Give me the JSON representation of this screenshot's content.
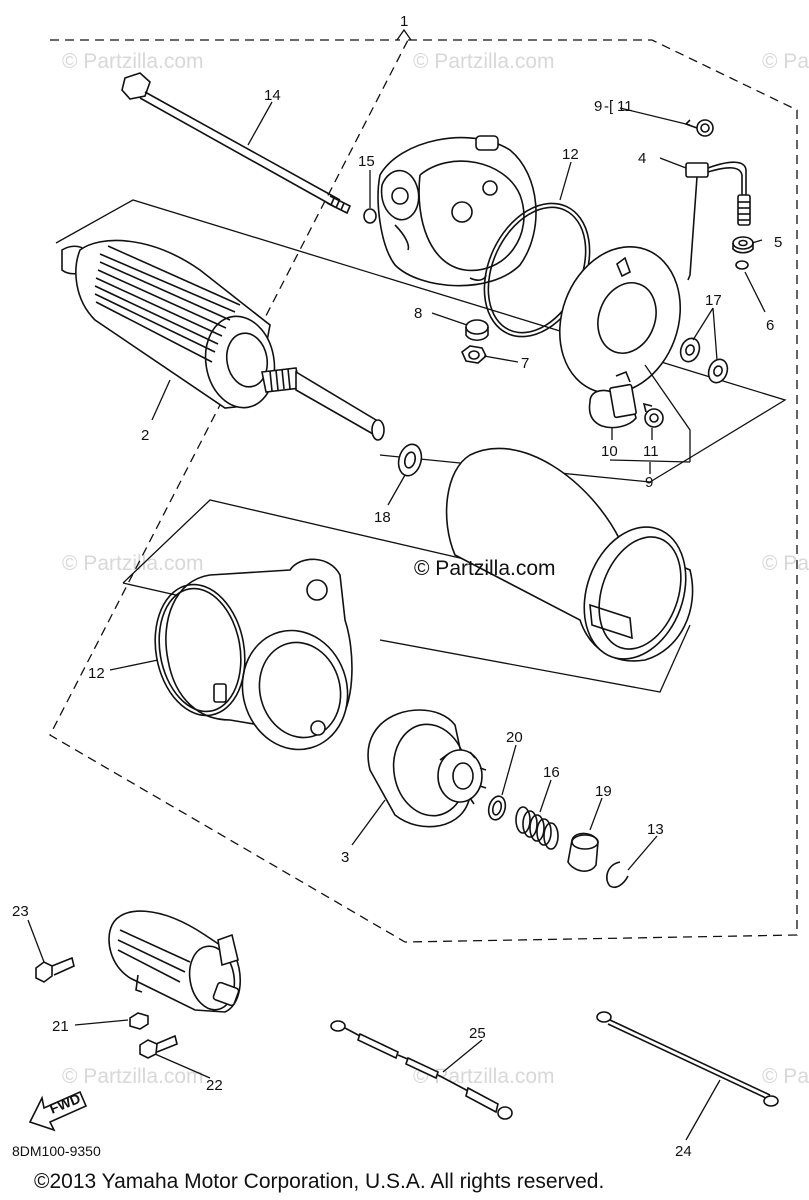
{
  "diagram": {
    "callouts": [
      "1",
      "2",
      "3",
      "4",
      "5",
      "6",
      "7",
      "8",
      "9",
      "10",
      "11",
      "12",
      "13",
      "14",
      "15",
      "16",
      "17",
      "18",
      "19",
      "20",
      "21",
      "22",
      "23",
      "24",
      "25"
    ],
    "callout_9_11": "9",
    "callout_9_11b": "11",
    "callout_12_lower": "12",
    "callout_9_lower": "9",
    "callout_11_lower": "11",
    "callout_10_lower": "10"
  },
  "watermarks": {
    "text": "© Partzilla.com",
    "center_text": "© Partzilla.com"
  },
  "fwd_label": "FWD",
  "diagram_ref": "8DM100-9350",
  "copyright": "©2013 Yamaha Motor Corporation, U.S.A. All rights reserved."
}
